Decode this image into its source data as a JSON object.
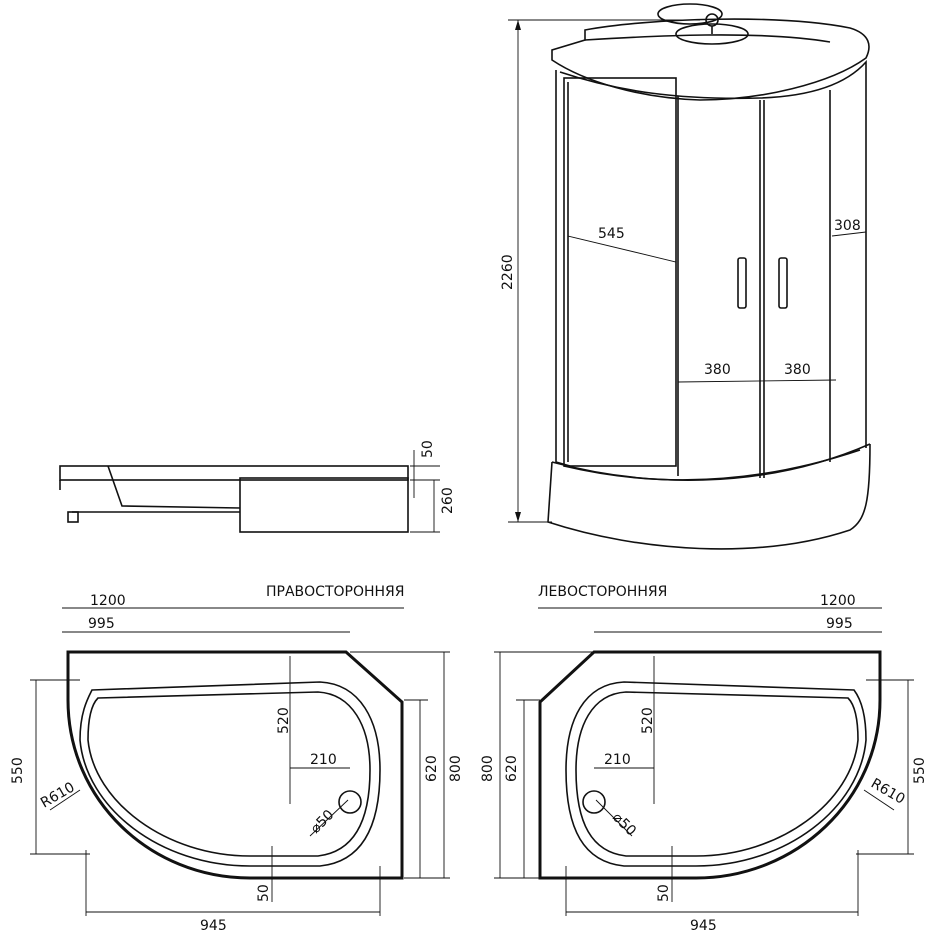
{
  "views": {
    "right_hand": {
      "title": "ПРАВОСТОРОННЯЯ",
      "dims": {
        "total_width": "1200",
        "straight_edge": "995",
        "depth_540": "520",
        "drain_offset": "210",
        "drain": "⌀50",
        "radius": "R610",
        "side_550": "550",
        "side_620": "620",
        "total_depth": "800",
        "bottom_50": "50",
        "bottom_width": "945"
      }
    },
    "left_hand": {
      "title": "ЛЕВОСТОРОННЯЯ",
      "dims": {
        "total_width": "1200",
        "straight_edge": "995",
        "depth_540": "520",
        "drain_offset": "210",
        "drain": "⌀50",
        "radius": "R610",
        "side_550": "550",
        "side_620": "620",
        "total_depth": "800",
        "bottom_50": "50",
        "bottom_width": "945"
      }
    },
    "cabin": {
      "height": "2260",
      "panel_545": "545",
      "panel_308": "308",
      "door_left": "380",
      "door_right": "380"
    },
    "tray_side": {
      "top_50": "50",
      "height_260": "260"
    }
  }
}
